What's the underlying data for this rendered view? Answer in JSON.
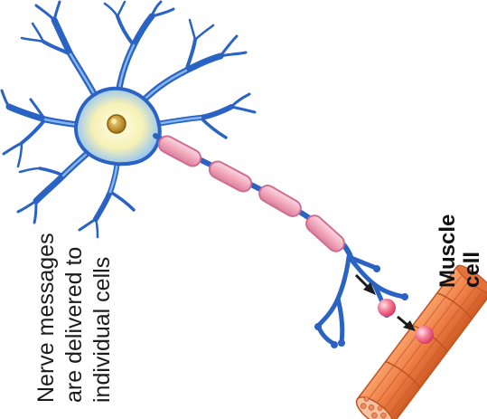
{
  "caption": {
    "lines": [
      "Nerve messages",
      "are delivered to",
      "individual cells"
    ]
  },
  "muscle_label": {
    "lines": [
      "Muscle",
      "cell"
    ]
  },
  "colors": {
    "neuron_outline": "#1f57b8",
    "neuron_fill": "#6fa8ea",
    "soma_glow": "#fbf7c6",
    "nucleus": "#c79a22",
    "myelin_fill": "#f3b6c6",
    "myelin_edge": "#d2709a",
    "vesicle": "#f06a88",
    "arrow": "#1b1b1b",
    "muscle_fill": "#f28a52",
    "muscle_shade": "#d8632c",
    "muscle_ends": "#f7b89a"
  }
}
